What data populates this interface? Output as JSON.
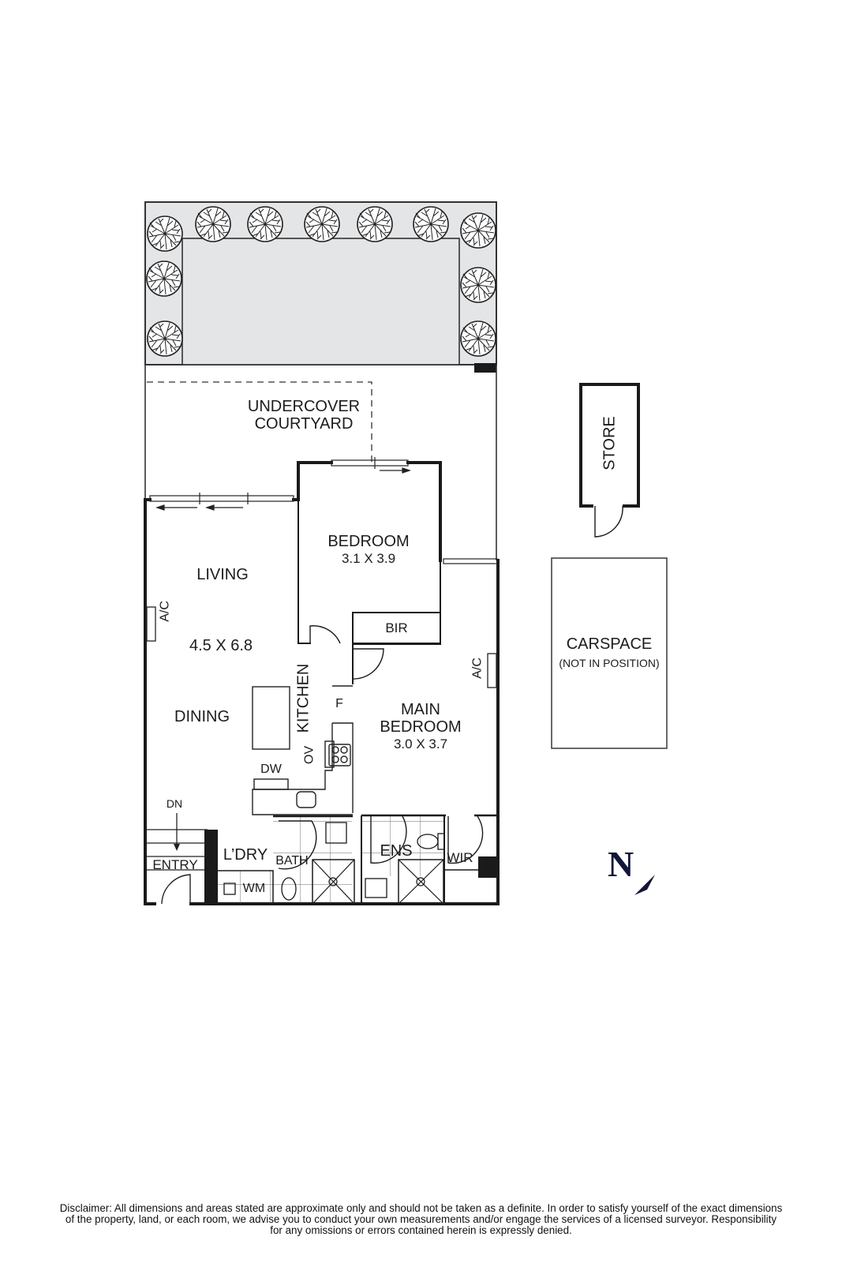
{
  "floorplan": {
    "rooms": {
      "courtyard": {
        "line1": "UNDERCOVER",
        "line2": "COURTYARD"
      },
      "bedroom": {
        "name": "BEDROOM",
        "dims": "3.1 X 3.9"
      },
      "bir": "BIR",
      "living": {
        "name": "LIVING",
        "dims": "4.5 X 6.8"
      },
      "dining": "DINING",
      "kitchen": "KITCHEN",
      "fridge": "F",
      "oven": "OV",
      "dishwasher": "DW",
      "main_bedroom": {
        "line1": "MAIN",
        "line2": "BEDROOM",
        "dims": "3.0 X 3.7"
      },
      "ac_living": "A/C",
      "ac_main": "A/C",
      "stairs_down": "DN",
      "entry": "ENTRY",
      "laundry": "L’DRY",
      "washing_machine": "WM",
      "bath": "BATH",
      "ensuite": "ENS",
      "wir": "WIR",
      "store": "STORE",
      "carspace": {
        "name": "CARSPACE",
        "note": "(NOT IN POSITION)"
      }
    },
    "north_label": "N",
    "colors": {
      "wall": "#1a1a1a",
      "garden": "#e4e5e7",
      "north": "#12163a"
    }
  },
  "disclaimer": {
    "line1": "Disclaimer: All dimensions and areas stated are approximate only and should not be taken as a definite. In order to satisfy yourself of the exact dimensions",
    "line2": "of the property, land, or each room, we advise you to conduct your own measurements and/or engage the services of a licensed surveyor. Responsibility",
    "line3": "for any omissions or errors contained herein is expressly denied."
  }
}
